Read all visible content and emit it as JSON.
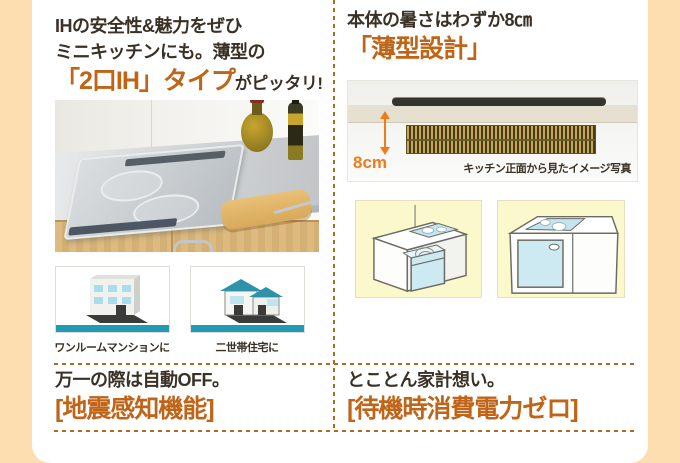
{
  "colors": {
    "page_bg": "#fcdeb0",
    "panel_bg": "#ffffff",
    "accent_orange": "#c06418",
    "bright_orange": "#f07a1c",
    "dark_text": "#3a3126",
    "divider_orange": "#b06a1e",
    "teal": "#1f9cb4"
  },
  "top_left": {
    "line1": "IHの安全性&魅力をぜひ",
    "line2": "ミニキッチンにも。薄型の",
    "highlight": "「2口IH」タイプ",
    "suffix": "がピッタリ!",
    "use_cases": [
      {
        "icon": "apartment-building-icon",
        "label": "ワンルームマンションに"
      },
      {
        "icon": "two-family-house-icon",
        "label": "二世帯住宅に"
      }
    ]
  },
  "top_right": {
    "line1": "本体の暑さはわずか8㎝",
    "highlight": "「薄型設計」",
    "measure_label": "8cm",
    "photo_caption": "キッチン正面から見たイメージ写真"
  },
  "bottom_left": {
    "line1": "万一の際は自動OFF。",
    "highlight": "[地震感知機能]"
  },
  "bottom_right": {
    "line1": "とことん家計想い。",
    "highlight": "[待機時消費電力ゼロ]"
  }
}
